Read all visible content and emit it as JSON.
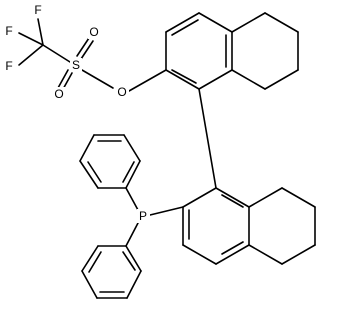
{
  "diagram": {
    "type": "chemical-structure",
    "atom_labels": {
      "f1": "F",
      "f2": "F",
      "f3": "F",
      "s": "S",
      "o1": "O",
      "o2": "O",
      "o3": "O",
      "p": "P"
    },
    "line_color": "#000000",
    "background": "#ffffff"
  }
}
